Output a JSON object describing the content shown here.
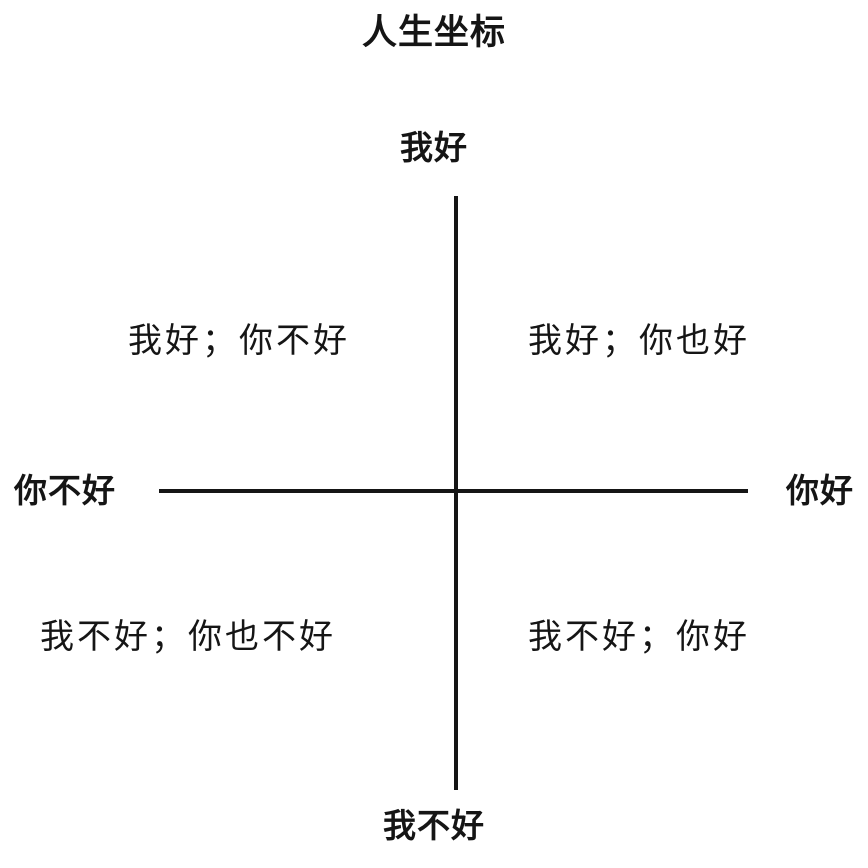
{
  "diagram": {
    "title": "人生坐标",
    "colors": {
      "ink": "#151515",
      "background": "#ffffff"
    },
    "axes": {
      "vertical": {
        "top_label": "我好",
        "bottom_label": "我不好"
      },
      "horizontal": {
        "left_label": "你不好",
        "right_label": "你好"
      }
    },
    "quadrants": {
      "top_left": "我好；你不好",
      "top_right": "我好；你也好",
      "bottom_left": "我不好；你也不好",
      "bottom_right": "我不好；你好"
    }
  },
  "chart_data": {
    "type": "scatter",
    "title": "人生坐标",
    "xlabel": "",
    "ylabel": "",
    "x_axis": {
      "negative_end": "你不好",
      "positive_end": "你好"
    },
    "y_axis": {
      "negative_end": "我不好",
      "positive_end": "我好"
    },
    "grid": false,
    "legend": "none",
    "annotations": [
      {
        "quadrant": "top-left",
        "text": "我好；你不好"
      },
      {
        "quadrant": "top-right",
        "text": "我好；你也好"
      },
      {
        "quadrant": "bottom-left",
        "text": "我不好；你也不好"
      },
      {
        "quadrant": "bottom-right",
        "text": "我不好；你好"
      }
    ]
  }
}
